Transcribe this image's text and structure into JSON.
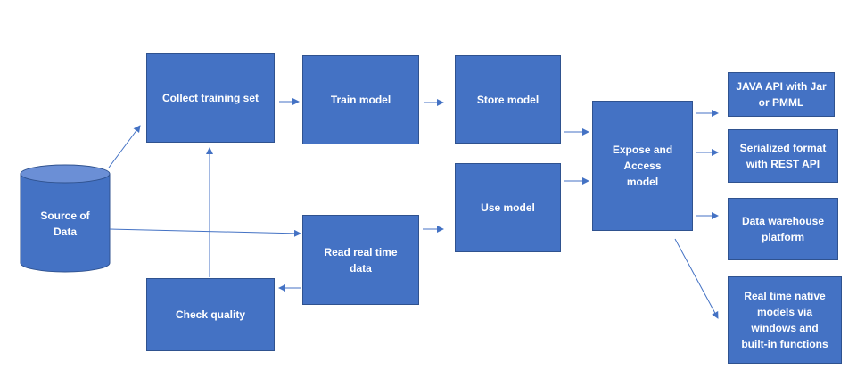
{
  "diagram": {
    "source": "Source of\nData",
    "collect": "Collect training set",
    "train": "Train model",
    "store": "Store model",
    "use": "Use model",
    "read": "Read real time\ndata",
    "check": "Check quality",
    "expose": "Expose and\nAccess\nmodel",
    "java": "JAVA API with Jar\nor PMML",
    "serialized": "Serialized format\nwith REST API",
    "warehouse": "Data warehouse\nplatform",
    "realtime": "Real time native\nmodels via\nwindows and\nbuilt-in functions"
  },
  "colors": {
    "box_fill": "#4472c4",
    "box_border": "#2f528f",
    "arrow": "#4472c4",
    "text": "#ffffff"
  }
}
